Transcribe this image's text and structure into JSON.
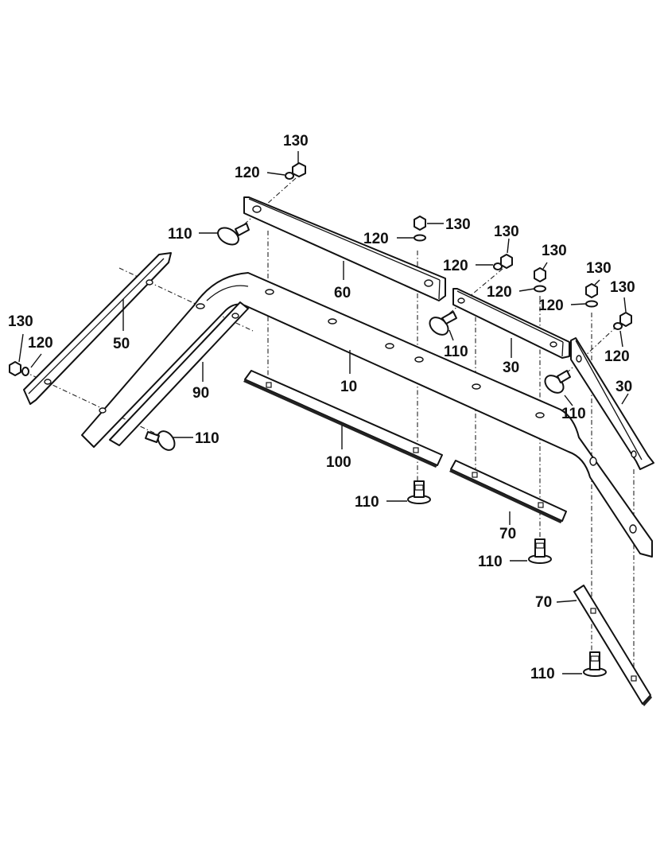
{
  "labels": {
    "p10": "10",
    "p30": "30",
    "p50": "50",
    "p60": "60",
    "p70": "70",
    "p90": "90",
    "p100": "100",
    "p110": "110",
    "p120": "120",
    "p130": "130"
  }
}
